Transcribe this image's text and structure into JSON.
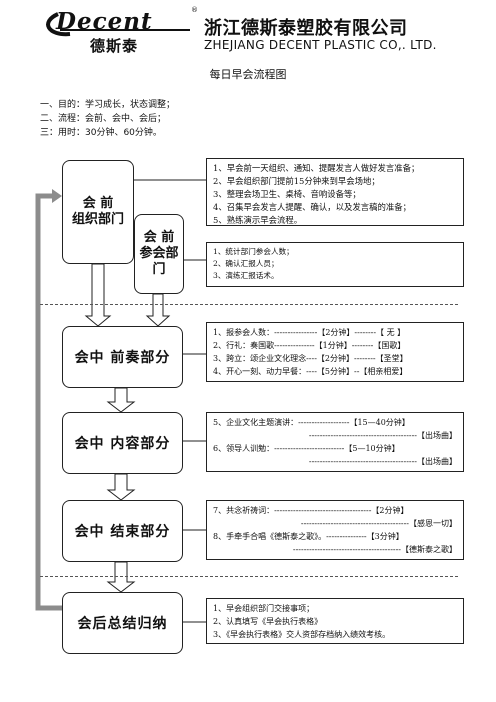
{
  "header": {
    "logo_word": "Decent",
    "logo_cn": "德斯泰",
    "reg_mark": "®",
    "company_cn": "浙江德斯泰塑胶有限公司",
    "company_en": "ZHEJIANG  DECENT  PLASTIC  CO,.  LTD."
  },
  "title": "每日早会流程图",
  "intro": [
    "一、目的：学习成长，状态调整；",
    "二、流程：会前、会中、会后；",
    "三：用时：30分钟、60分钟。"
  ],
  "stages": {
    "pre_org": {
      "line1": "会  前",
      "line2": "组织部门"
    },
    "pre_participant": {
      "line1": "会  前",
      "line2": "参会部门"
    },
    "prelude": "会中    前奏部分",
    "content": "会中    内容部分",
    "closing": "会中    结束部分",
    "summary": "会后总结归纳"
  },
  "notes": {
    "pre_org": [
      "1、早会前一天组织、通知、提醒发言人做好发言准备；",
      "2、早会组织部门提前15分钟来到早会场地；",
      "3、整理会场卫生、桌椅、音响设备等；",
      "4、召集早会发言人提醒、确认，以及发言稿的准备；",
      "5、熟练演示早会流程。"
    ],
    "pre_participant": [
      "1、统计部门参会人数；",
      "2、确认汇报人员；",
      "3、演练汇报话术。"
    ],
    "prelude": [
      "1、报参会人数：----------------【2分钟】--------【 无 】",
      "2、行礼：奏国歌---------------【1分钟】--------【国歌】",
      "3、跨立：颂企业文化理念----【2分钟】--------【圣堂】",
      "4、开心一刻、动力早餐：----【5分钟】--【相亲相爱】"
    ],
    "content": [
      "5、企业文化主题演讲：-------------------【15—40分钟】",
      "----------------------------------------【出场曲】",
      "6、领导人训勉：--------------------------【5—10分钟】",
      "----------------------------------------【出场曲】"
    ],
    "closing": [
      "7、共念祈祷词：------------------------------------【2分钟】",
      "----------------------------------------【感恩一切】",
      "8、手牵手合唱《德斯泰之歌》。---------------【3分钟】",
      "----------------------------------------【德斯泰之歌】"
    ],
    "summary": [
      "1、早会组织部门交接事项；",
      "2、认真填写《早会执行表格》",
      "3、《早会执行表格》交人资部存档纳入绩效考核。"
    ]
  },
  "colors": {
    "feedback_arrow": "#8c8c8c",
    "line": "#222222"
  }
}
